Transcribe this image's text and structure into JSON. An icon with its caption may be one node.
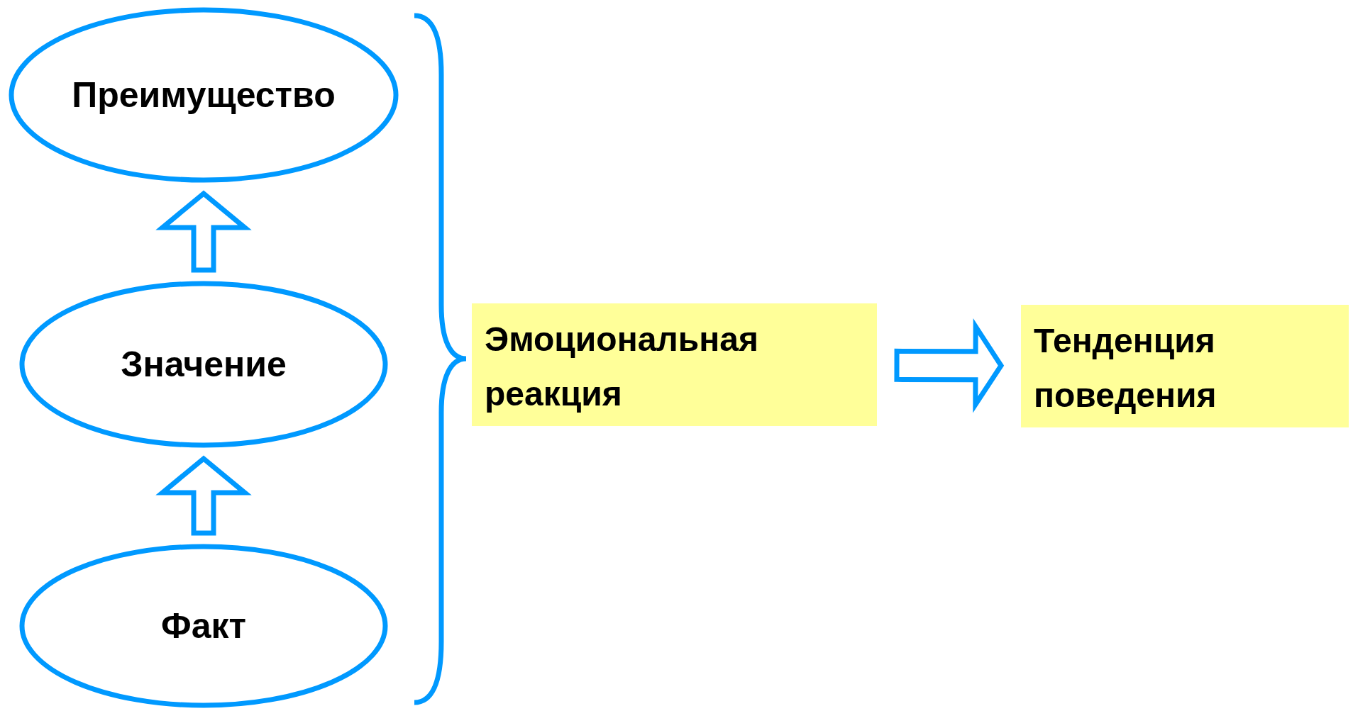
{
  "diagram": {
    "nodes": [
      {
        "text": [
          "Преимущество"
        ]
      },
      {
        "text": [
          "Значение"
        ]
      },
      {
        "text": [
          "Факт"
        ]
      },
      {
        "text": [
          "Эмоциональная реакция"
        ]
      },
      {
        "text": [
          "Тенденция поведения"
        ]
      }
    ],
    "edges": [
      {
        "from": 2,
        "to": 1,
        "arrow": "to"
      },
      {
        "from": 1,
        "to": 0,
        "arrow": "to"
      },
      {
        "from": 3,
        "to": 4,
        "arrow": "to"
      }
    ]
  }
}
